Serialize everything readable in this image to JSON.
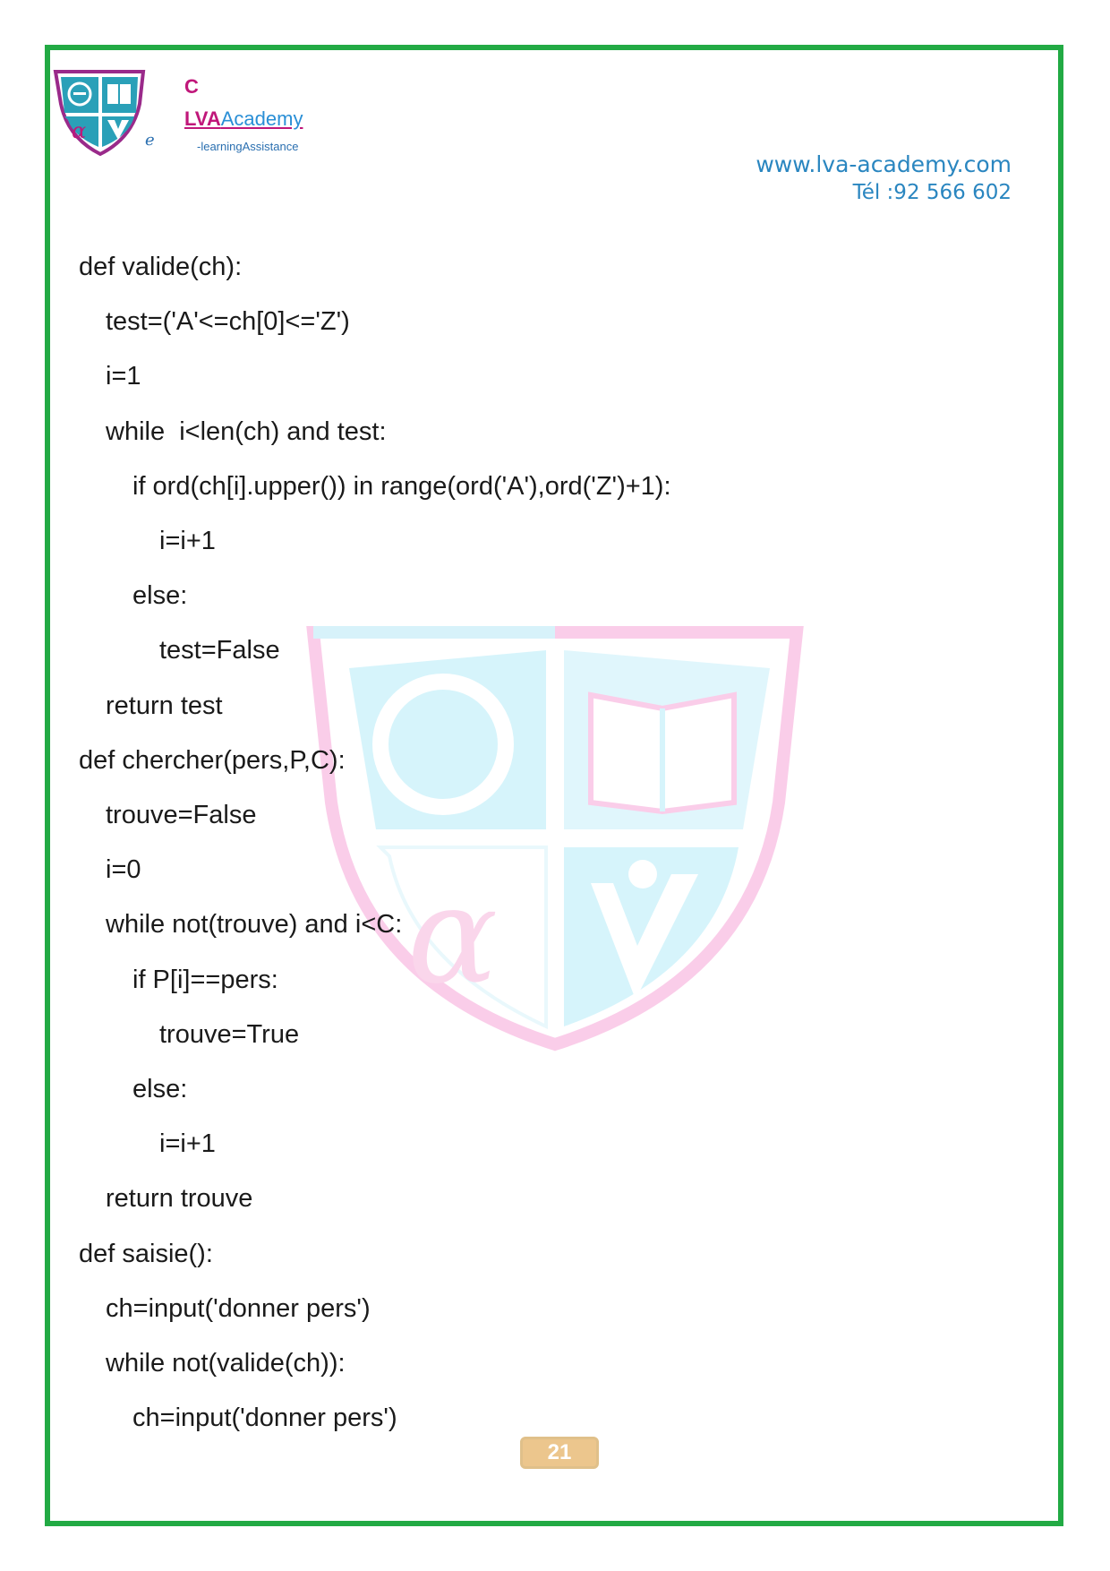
{
  "header": {
    "brand_c": "C",
    "brand_lva": "LVA",
    "brand_academy": "Academy",
    "brand_sub": "-learningAssistance",
    "brand_e": "e",
    "website": "www.lva-academy.com",
    "phone": "Tél :92 566 602"
  },
  "code": [
    {
      "indent": 0,
      "text": "def valide(ch):"
    },
    {
      "indent": 1,
      "text": "test=('A'<=ch[0]<='Z')"
    },
    {
      "indent": 1,
      "text": "i=1"
    },
    {
      "indent": 1,
      "text": "while  i<len(ch) and test:"
    },
    {
      "indent": 2,
      "text": "if ord(ch[i].upper()) in range(ord('A'),ord('Z')+1):"
    },
    {
      "indent": 3,
      "text": "i=i+1"
    },
    {
      "indent": 2,
      "text": "else:"
    },
    {
      "indent": 3,
      "text": "test=False"
    },
    {
      "indent": 1,
      "text": "return test"
    },
    {
      "indent": 0,
      "text": "def chercher(pers,P,C):"
    },
    {
      "indent": 1,
      "text": "trouve=False"
    },
    {
      "indent": 1,
      "text": "i=0"
    },
    {
      "indent": 1,
      "text": "while not(trouve) and i<C:"
    },
    {
      "indent": 2,
      "text": "if P[i]==pers:"
    },
    {
      "indent": 3,
      "text": "trouve=True"
    },
    {
      "indent": 2,
      "text": "else:"
    },
    {
      "indent": 3,
      "text": "i=i+1"
    },
    {
      "indent": 1,
      "text": "return trouve"
    },
    {
      "indent": 0,
      "text": "def saisie():"
    },
    {
      "indent": 1,
      "text": "ch=input('donner pers')"
    },
    {
      "indent": 1,
      "text": "while not(valide(ch)):"
    },
    {
      "indent": 2,
      "text": "ch=input('donner pers')"
    }
  ],
  "footer": {
    "page_number": "21"
  }
}
